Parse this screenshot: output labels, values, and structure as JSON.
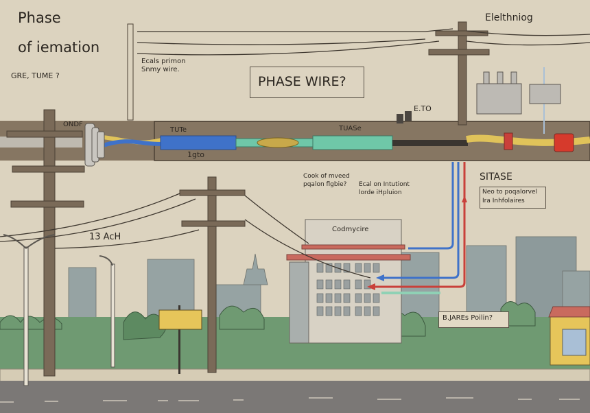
{
  "colors": {
    "paper": "#dcd3bf",
    "pole": "#7a6a58",
    "conduit": "#7a6b58",
    "blue_cable": "#3f72c9",
    "teal_cable": "#6fc7a8",
    "yellow_cable": "#e0c35a",
    "red_cap": "#d63a2c",
    "red_wire": "#c9403a",
    "city": "#8f9fa2",
    "trees": "#6f9a72",
    "road": "#7b7876",
    "house": "#e6c55a",
    "roof": "#c96a5e"
  },
  "labels": {
    "title_line1": "Phase",
    "title_line2": "of iemation",
    "gre_tume": "GRE, TUME ?",
    "ecals_primon": "Ecals primon",
    "smmy_wire": "Snmy wire.",
    "phase_wire_box": "PHASE WIRE?",
    "elethniog": "Elelthniog",
    "eto": "E.TO",
    "ondf": "ONDF",
    "tute": "TUTe",
    "igto": "1gto",
    "tuase": "TUASe",
    "cook_line1": "Cook of mveed",
    "cook_line2": "pqalon flgbie?",
    "ecal_line1": "Ecal on Intutiont",
    "ecal_line2": "lorde iHpluion",
    "sitase": "SITASE",
    "nea_line1": "Neo to poqalorvel",
    "nea_line2": "Ira Inhfolaires",
    "ach": "13 AcH",
    "building_sign": "Codmycire",
    "bjare_sign": "B.JAREs Poilin?"
  }
}
